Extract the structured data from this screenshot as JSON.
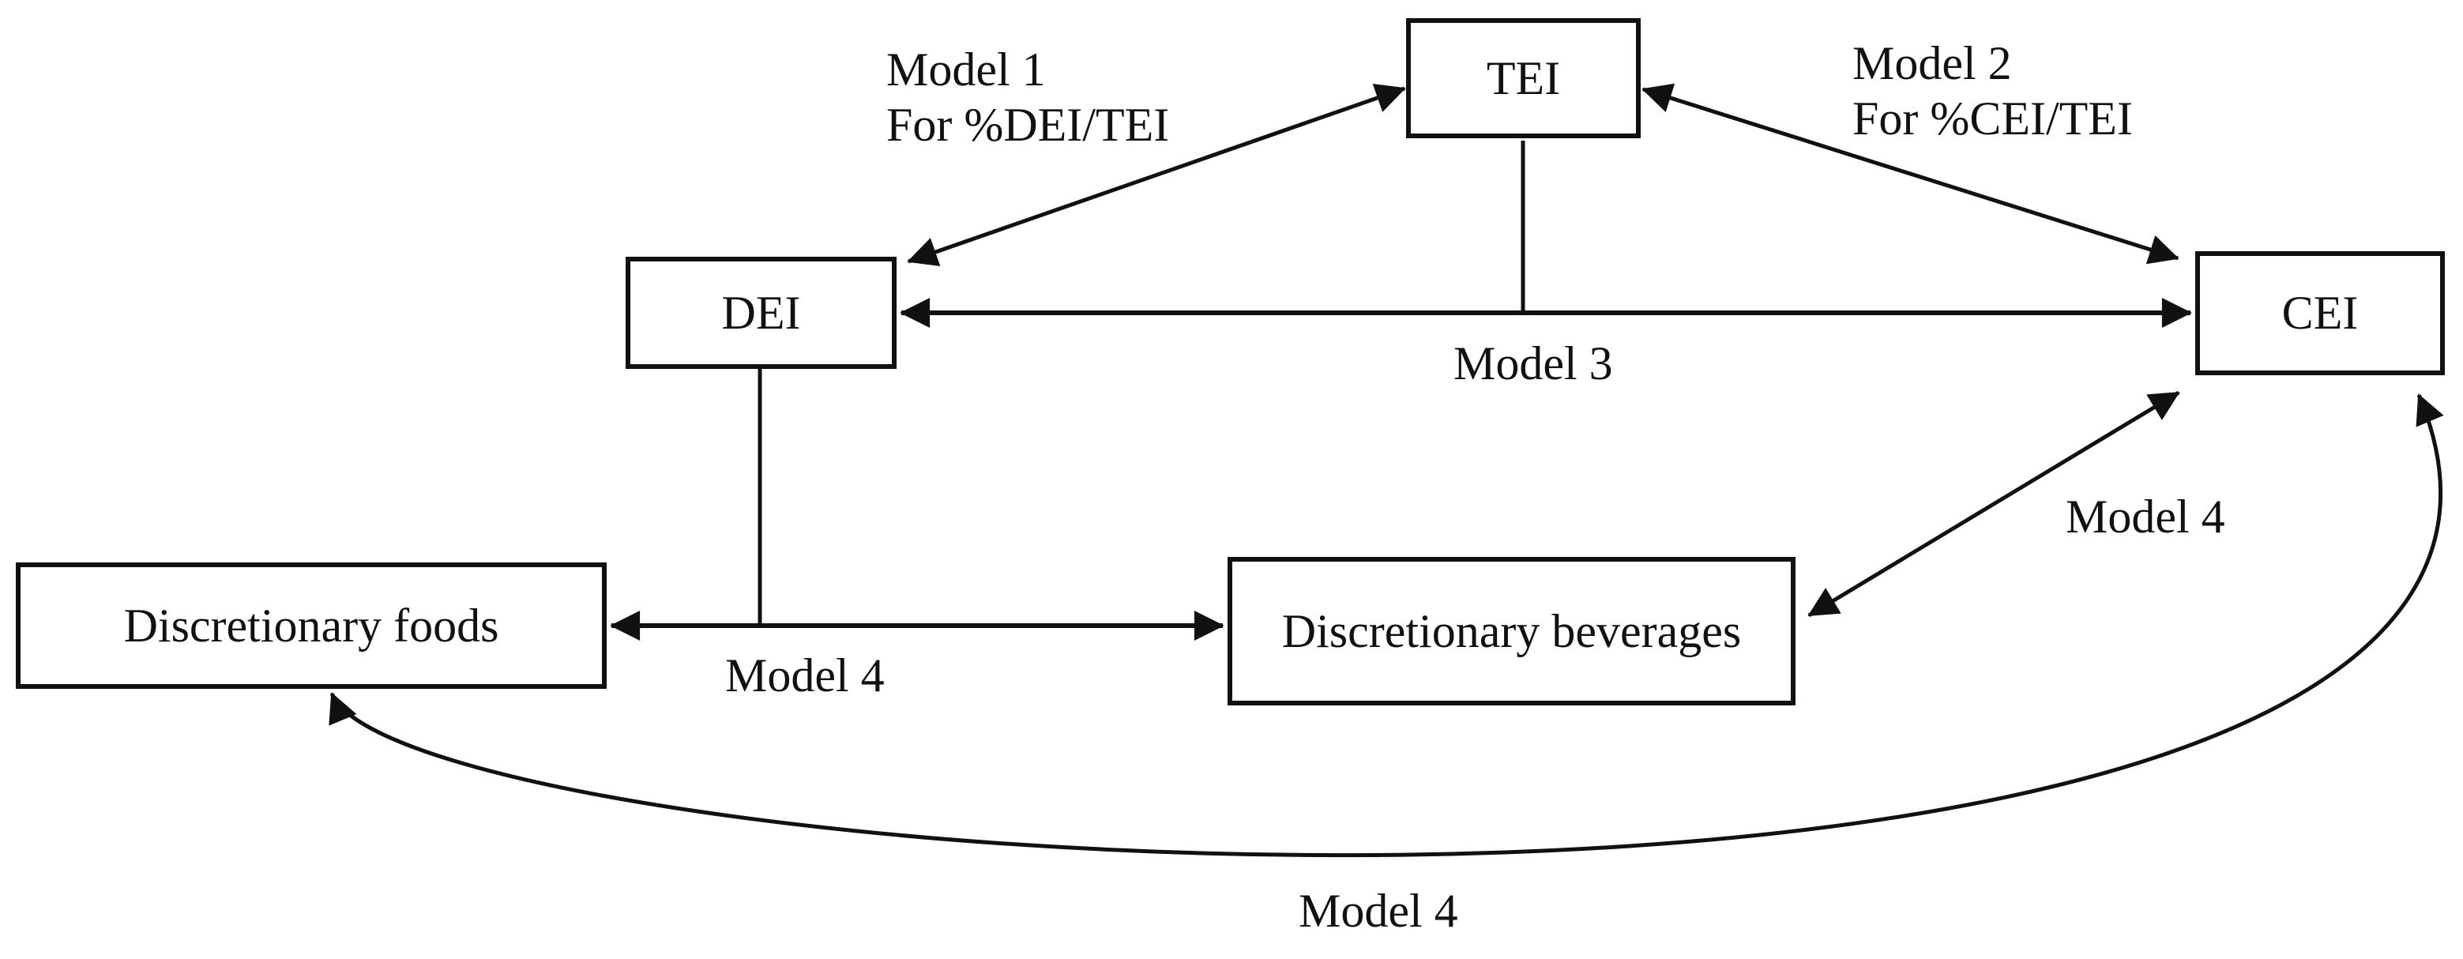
{
  "page": {
    "background": "#ffffff",
    "ink": "#111111"
  },
  "nodes": {
    "tei": {
      "label": "TEI"
    },
    "dei": {
      "label": "DEI"
    },
    "cei": {
      "label": "CEI"
    },
    "discretionary_foods": {
      "label": "Discretionary foods"
    },
    "discretionary_beverages": {
      "label": "Discretionary beverages"
    }
  },
  "labels": {
    "model1_line1": "Model 1",
    "model1_line2": "For %DEI/TEI",
    "model2_line1": "Model 2",
    "model2_line2": "For %CEI/TEI",
    "model3": "Model 3",
    "model4_foods_beverages": "Model 4",
    "model4_beverages_cei": "Model 4",
    "model4_foods_cei": "Model 4"
  }
}
